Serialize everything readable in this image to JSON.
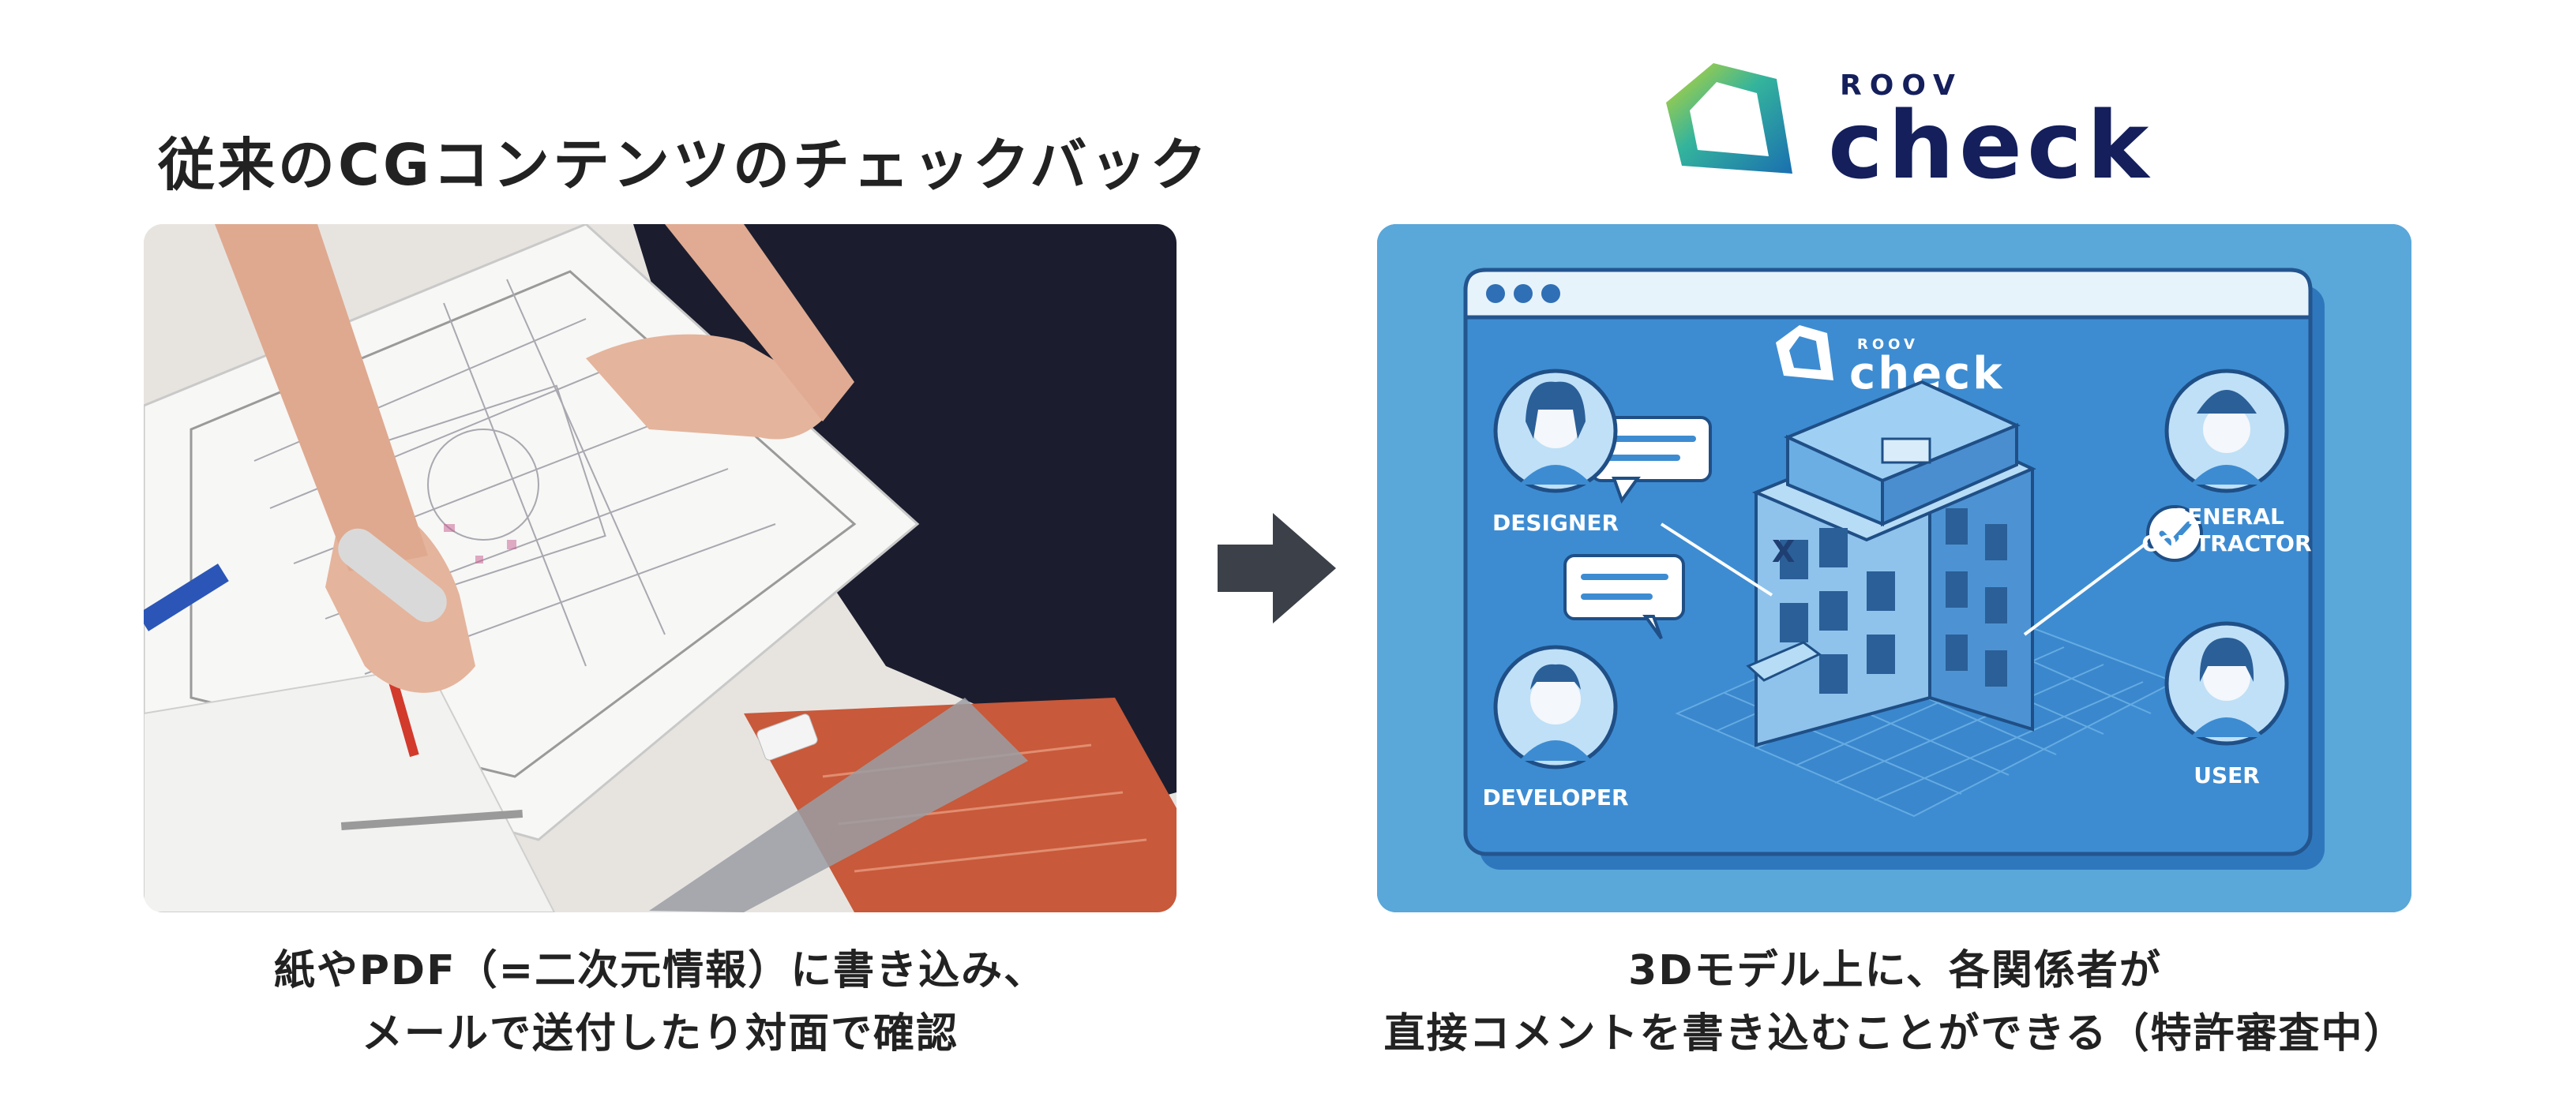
{
  "left": {
    "title": "従来のCGコンテンツのチェックバック",
    "caption_line1": "紙やPDF（=二次元情報）に書き込み、",
    "caption_line2": "メールで送付したり対面で確認"
  },
  "logo": {
    "small": "ROOV",
    "large": "check"
  },
  "panel": {
    "logo_small": "ROOV",
    "logo_large": "check",
    "roles": {
      "designer": "DESIGNER",
      "general_line1": "GENERAL",
      "general_line2": "CONTRACTOR",
      "developer": "DEVELOPER",
      "user": "USER"
    }
  },
  "right": {
    "caption_line1": "3Dモデル上に、各関係者が",
    "caption_line2": "直接コメントを書き込むことができる（特許審査中）"
  },
  "colors": {
    "brand_navy": "#141f5c",
    "panel_blue": "#5aa7da",
    "arrow": "#3b4049"
  }
}
